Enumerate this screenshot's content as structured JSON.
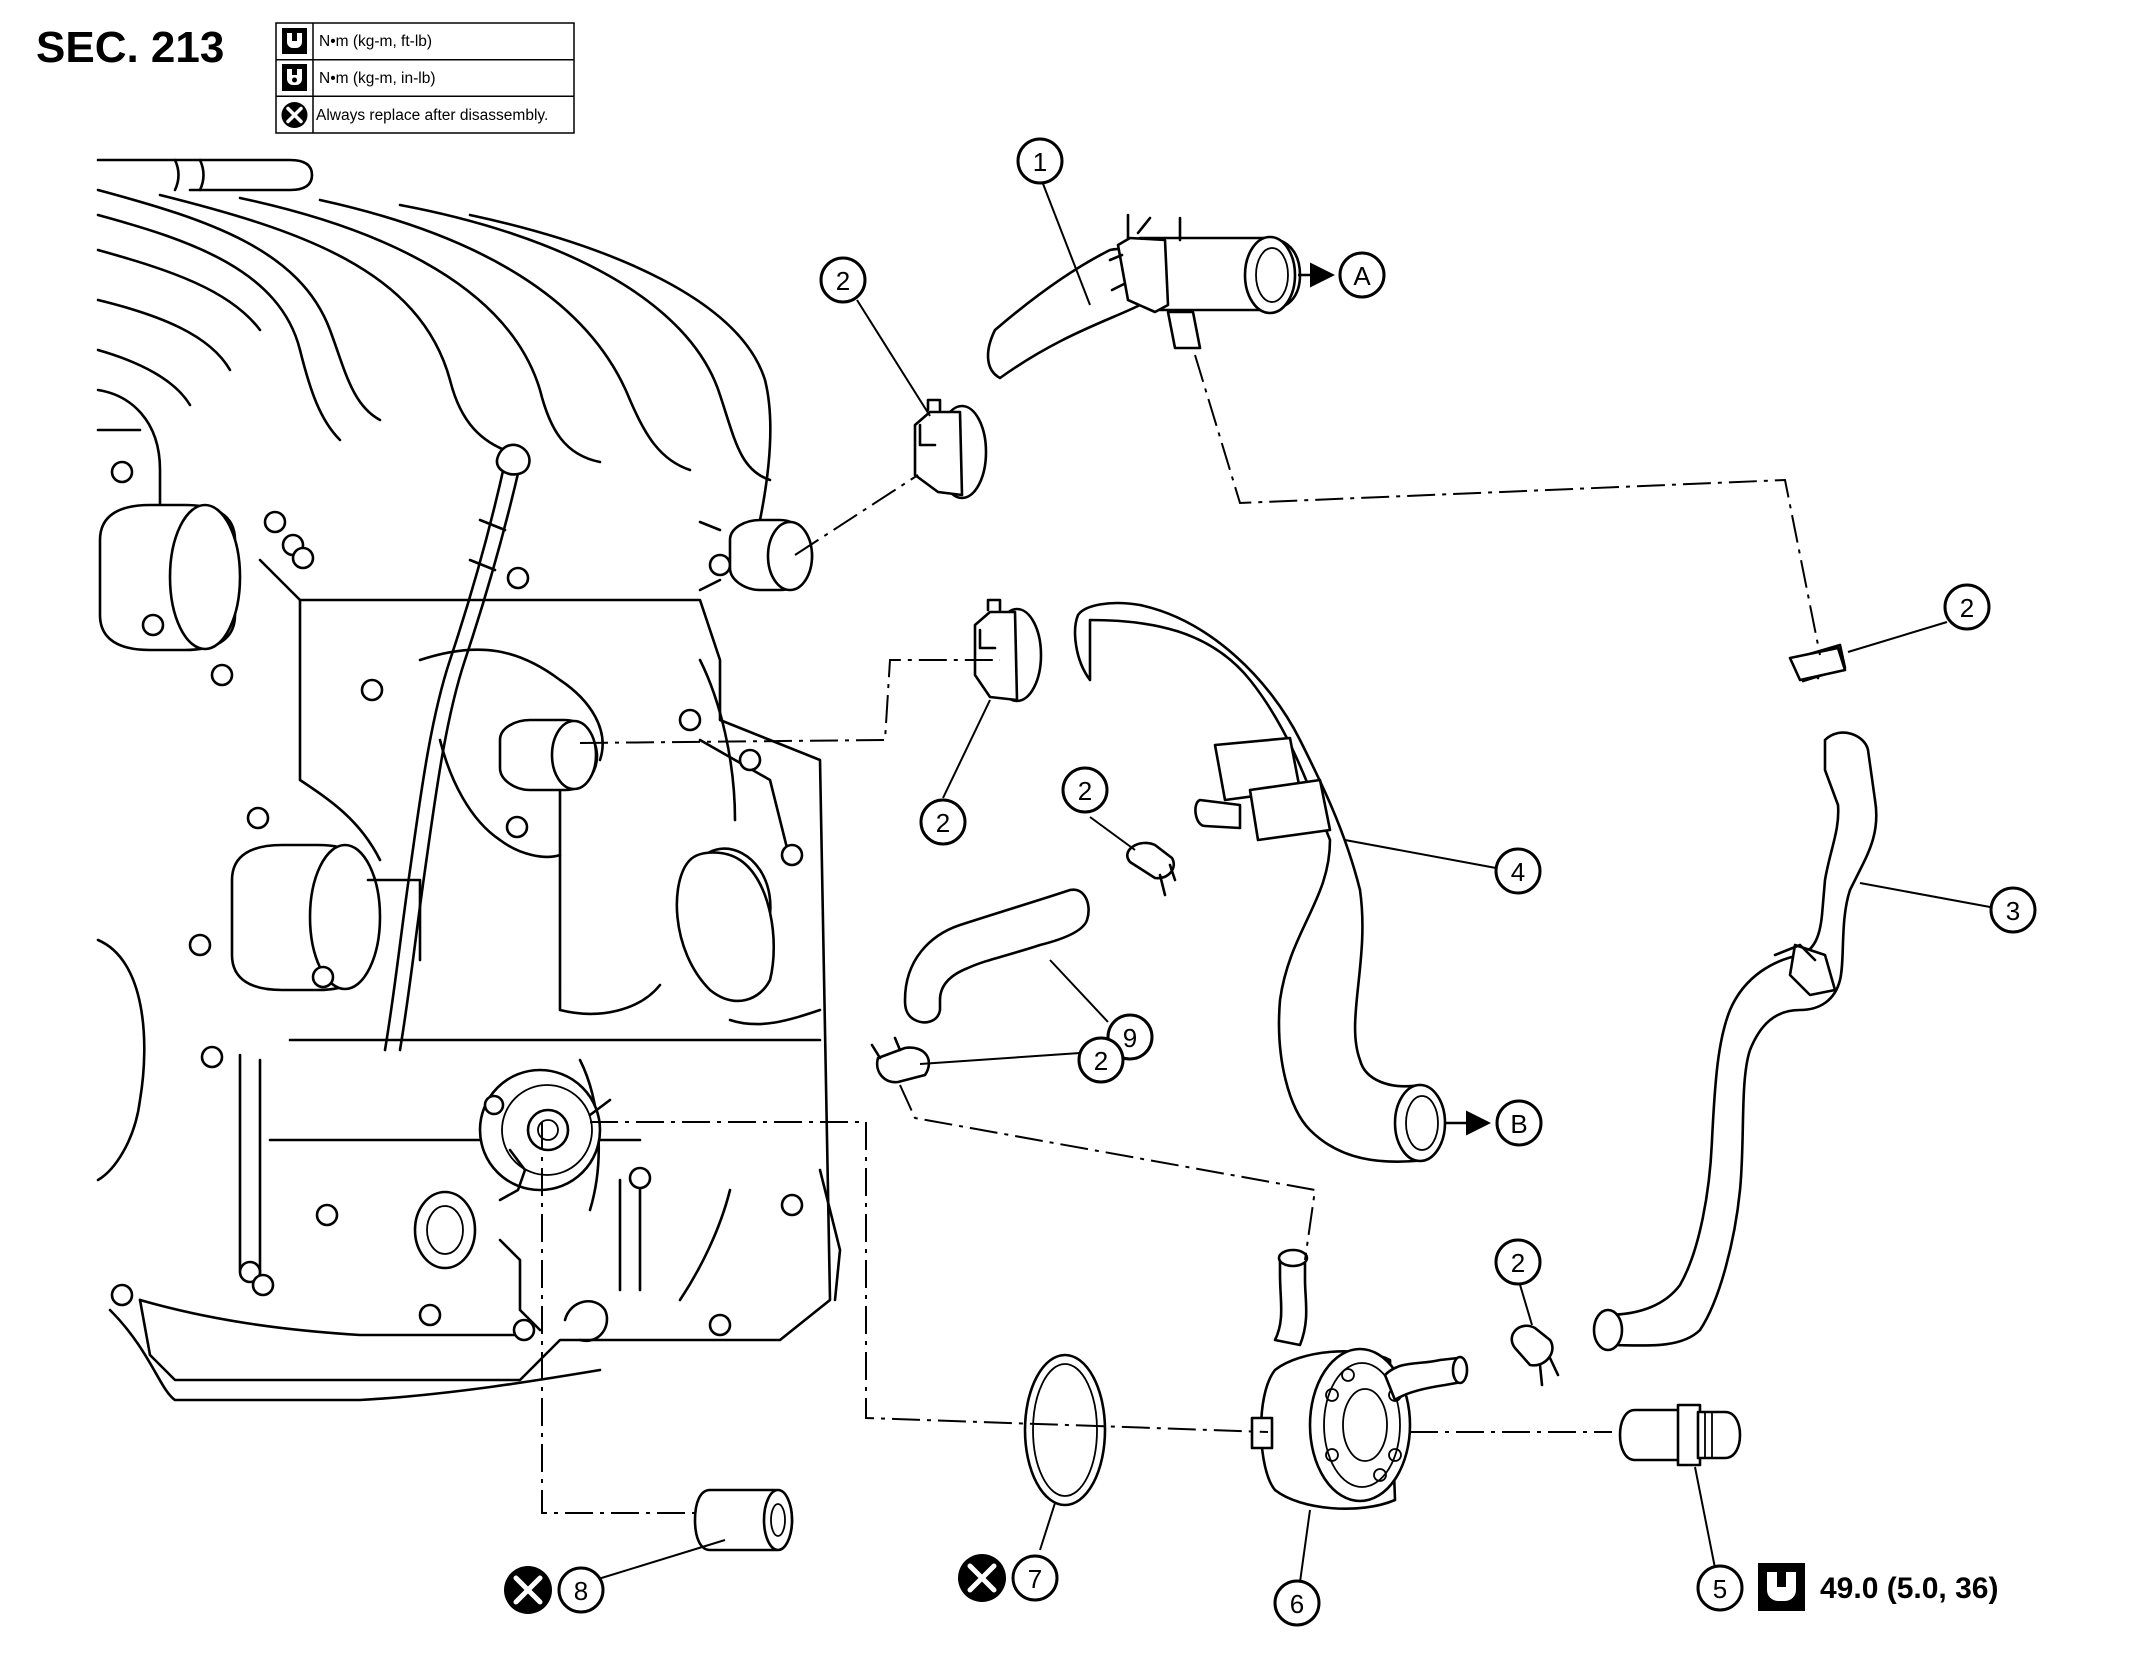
{
  "section": {
    "title": "SEC. 213"
  },
  "legend": [
    {
      "icon": "torque-wrench-icon",
      "text": "N•m (kg-m, ft-lb)"
    },
    {
      "icon": "torque-wrench-small-icon",
      "text": "N•m (kg-m, in-lb)"
    },
    {
      "icon": "replace-x-icon",
      "text": "Always replace after disassembly."
    }
  ],
  "callouts": {
    "c1": "1",
    "c2a": "2",
    "c2b": "2",
    "c2c": "2",
    "c2d": "2",
    "c2e": "2",
    "c2f": "2",
    "c3": "3",
    "c4": "4",
    "c5": "5",
    "c6": "6",
    "c7": "7",
    "c8": "8",
    "c9": "9",
    "cA": "A",
    "cB": "B"
  },
  "torque": {
    "value": "49.0 (5.0, 36)"
  }
}
